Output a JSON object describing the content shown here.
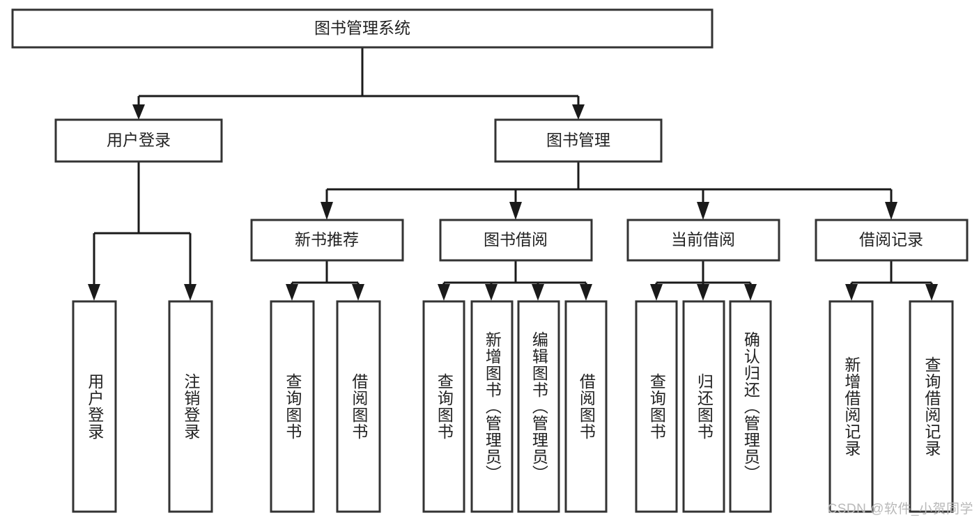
{
  "diagram": {
    "title": "图书管理系统",
    "type": "tree-hierarchy-diagram",
    "watermark": "CSDN @软件_小贺同学",
    "colors": {
      "box_stroke": "#333333",
      "box_fill": "#ffffff",
      "connector": "#1a1a1a",
      "text": "#222222",
      "watermark": "#b9b9b9",
      "background": "#ffffff"
    },
    "root": {
      "label": "图书管理系统"
    },
    "level2": [
      {
        "label": "用户登录"
      },
      {
        "label": "图书管理"
      }
    ],
    "level3": [
      {
        "label": "新书推荐"
      },
      {
        "label": "图书借阅"
      },
      {
        "label": "当前借阅"
      },
      {
        "label": "借阅记录"
      }
    ],
    "leaves": {
      "user_login": [
        {
          "label": "用户登录"
        },
        {
          "label": "注销登录"
        }
      ],
      "new_book_recommend": [
        {
          "label": "查询图书"
        },
        {
          "label": "借阅图书"
        }
      ],
      "book_borrow": [
        {
          "label": "查询图书"
        },
        {
          "label": "新增图书（管理员）"
        },
        {
          "label": "编辑图书（管理员）"
        },
        {
          "label": "借阅图书"
        }
      ],
      "current_borrow": [
        {
          "label": "查询图书"
        },
        {
          "label": "归还图书"
        },
        {
          "label": "确认归还（管理员）"
        }
      ],
      "borrow_records": [
        {
          "label": "新增借阅记录"
        },
        {
          "label": "查询借阅记录"
        }
      ]
    }
  }
}
